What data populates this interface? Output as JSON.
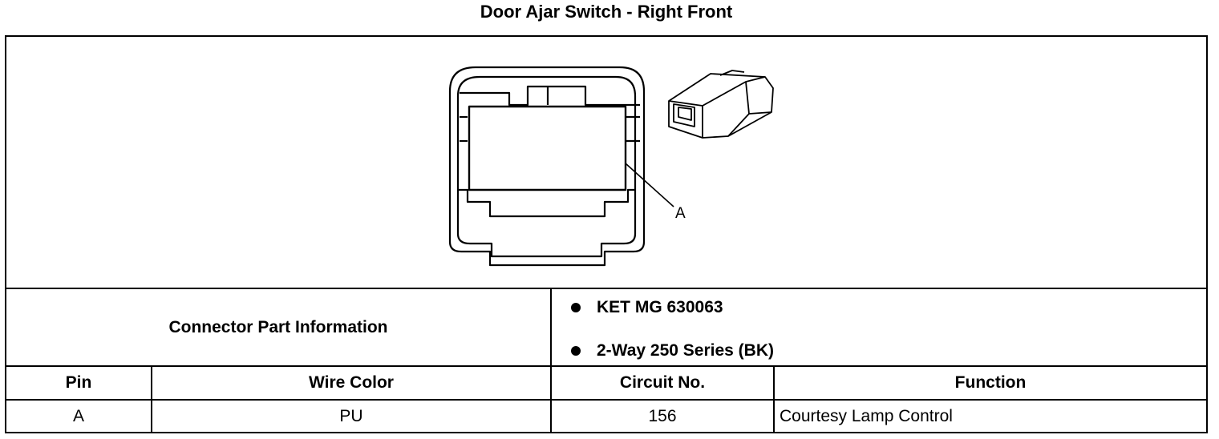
{
  "title": "Door Ajar Switch - Right Front",
  "diagram": {
    "callout_label": "A",
    "icons": [
      "connector-face-view-icon",
      "connector-isometric-view-icon"
    ]
  },
  "connector_info": {
    "label": "Connector Part Information",
    "parts": [
      "KET MG 630063",
      "2-Way 250 Series (BK)"
    ]
  },
  "table": {
    "headers": [
      "Pin",
      "Wire Color",
      "Circuit No.",
      "Function"
    ],
    "rows": [
      [
        "A",
        "PU",
        "156",
        "Courtesy Lamp Control"
      ]
    ]
  }
}
